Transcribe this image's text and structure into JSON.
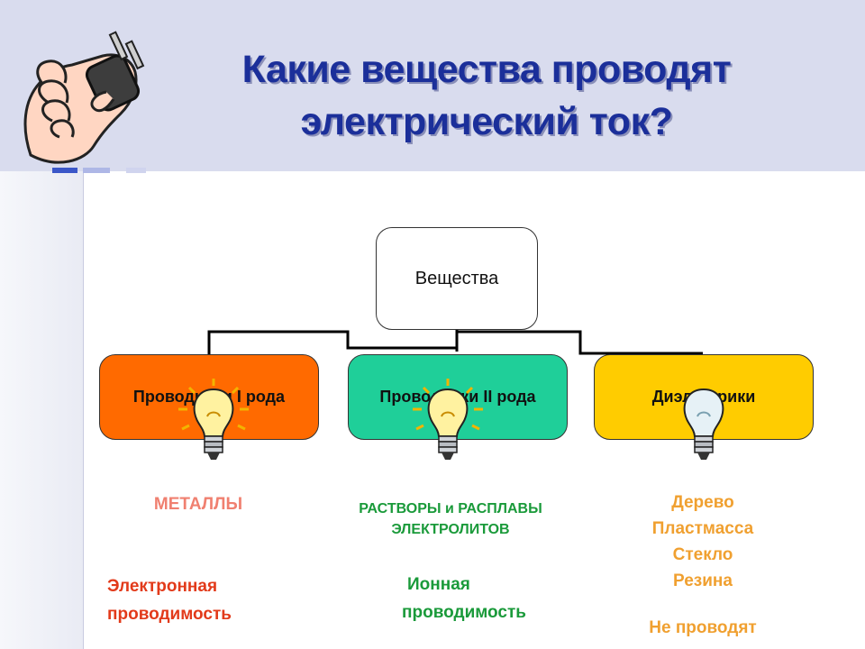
{
  "title": {
    "line1": "Какие вещества проводят",
    "line2": "электрический ток?"
  },
  "diagram": {
    "root": "Вещества",
    "categories": [
      {
        "label": "Проводники I рода",
        "color": "#ff6a00"
      },
      {
        "label": "Проводники II рода",
        "color": "#1fcf99"
      },
      {
        "label": "Диэлектрики",
        "color": "#ffcc00"
      }
    ]
  },
  "descriptions": {
    "metals": "МЕТАЛЛЫ",
    "solutions_line1": "РАСТВОРЫ и РАСПЛАВЫ",
    "solutions_line2": "ЭЛЕКТРОЛИТОВ",
    "dielectrics": [
      "Дерево",
      "Пластмасса",
      "Стекло",
      "Резина"
    ],
    "electronic_line1": "Электронная",
    "electronic_line2": "проводимость",
    "ionic_line1": "Ионная",
    "ionic_line2": "проводимость",
    "no_conduct": "Не проводят"
  },
  "colors": {
    "title": "#1b2f9a",
    "header_bg": "#d9dcee"
  }
}
